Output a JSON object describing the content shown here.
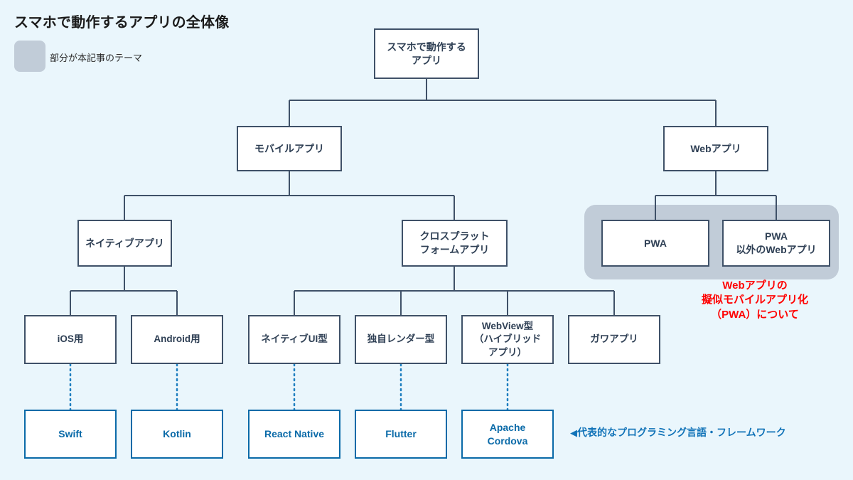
{
  "header": {
    "title": "スマホで動作するアプリの全体像",
    "legend_label": "部分が本記事のテーマ",
    "legend_swatch_color": "#c1ccd8"
  },
  "colors": {
    "background": "#eaf6fc",
    "node_border": "#3f5168",
    "node_text": "#2e3f54",
    "node_fill": "#ffffff",
    "tech_border": "#0a6aa8",
    "tech_text": "#0a6aa8",
    "highlight_panel": "#c1ccd8",
    "note_red": "#ff0000",
    "note_blue": "#1173b8"
  },
  "diagram": {
    "type": "tree",
    "root": {
      "line1": "スマホで動作する",
      "line2": "アプリ"
    },
    "level2": [
      {
        "label": "モバイルアプリ"
      },
      {
        "label": "Webアプリ"
      }
    ],
    "level3": [
      {
        "label": "ネイティブアプリ"
      },
      {
        "line1": "クロスプラット",
        "line2": "フォームアプリ"
      },
      {
        "label": "PWA"
      },
      {
        "line1": "PWA",
        "line2": "以外のWebアプリ"
      }
    ],
    "level4": [
      {
        "label": "iOS用"
      },
      {
        "label": "Android用"
      },
      {
        "label": "ネイティブUI型"
      },
      {
        "label": "独自レンダー型"
      },
      {
        "line1": "WebView型",
        "line2": "（ハイブリッド",
        "line3": "アプリ）"
      },
      {
        "label": "ガワアプリ"
      }
    ],
    "level5_tech": [
      {
        "label": "Swift"
      },
      {
        "label": "Kotlin"
      },
      {
        "label": "React Native"
      },
      {
        "label": "Flutter"
      },
      {
        "line1": "Apache",
        "line2": "Cordova"
      }
    ]
  },
  "annotations": {
    "red_note": {
      "line1": "Webアプリの",
      "line2": "擬似モバイルアプリ化",
      "line3": "（PWA）について"
    },
    "blue_note": {
      "marker": "◀",
      "text": "代表的なプログラミング言語・フレームワーク"
    }
  }
}
